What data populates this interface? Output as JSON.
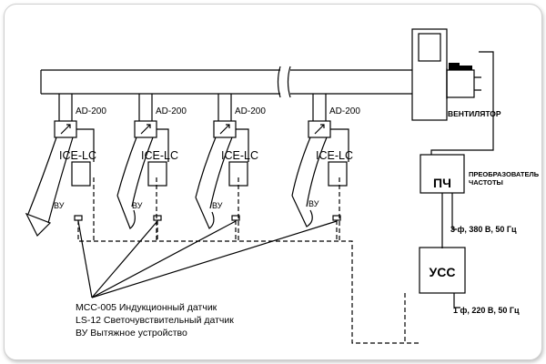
{
  "stations": [
    {
      "damper_label": "AD-200",
      "controller_label": "ICE-LC",
      "hood_label": "ВУ"
    },
    {
      "damper_label": "AD-200",
      "controller_label": "ICE-LC",
      "hood_label": "ВУ"
    },
    {
      "damper_label": "AD-200",
      "controller_label": "ICE-LC",
      "hood_label": "ВУ"
    },
    {
      "damper_label": "AD-200",
      "controller_label": "ICE-LC",
      "hood_label": "ВУ"
    }
  ],
  "fan_label": "ВЕНТИЛЯТОР",
  "converter": {
    "label": "ПЧ",
    "caption_line1": "ПРЕОБРАЗОВАТЕЛЬ",
    "caption_line2": "ЧАСТОТЫ"
  },
  "power_3ph": "3 ф, 380 В, 50 Гц",
  "ucc": {
    "label": "УСС"
  },
  "power_1ph": "1 ф, 220 В, 50 Гц",
  "legend": [
    "МСС-005 Индукционный датчик",
    "LS-12 Светочувствительный датчик",
    "ВУ Вытяжное устройство"
  ]
}
